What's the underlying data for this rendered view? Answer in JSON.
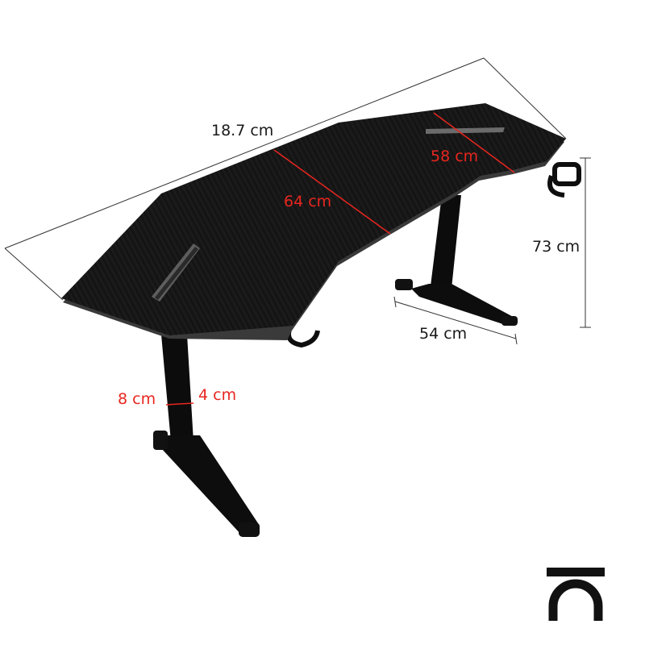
{
  "dimensions": {
    "total_width": "18.7 cm",
    "depth_center": "64 cm",
    "depth_wing": "58 cm",
    "height": "73 cm",
    "foot_length": "54 cm",
    "leg_width": "8 cm",
    "leg_depth": "4 cm"
  },
  "colors": {
    "red_label": "#e8261f",
    "black_label": "#1a1a1a",
    "desk_top": "#151515",
    "frame": "#0c0c0c"
  },
  "icons": {
    "brand_logo": "brand-logo-icon"
  }
}
